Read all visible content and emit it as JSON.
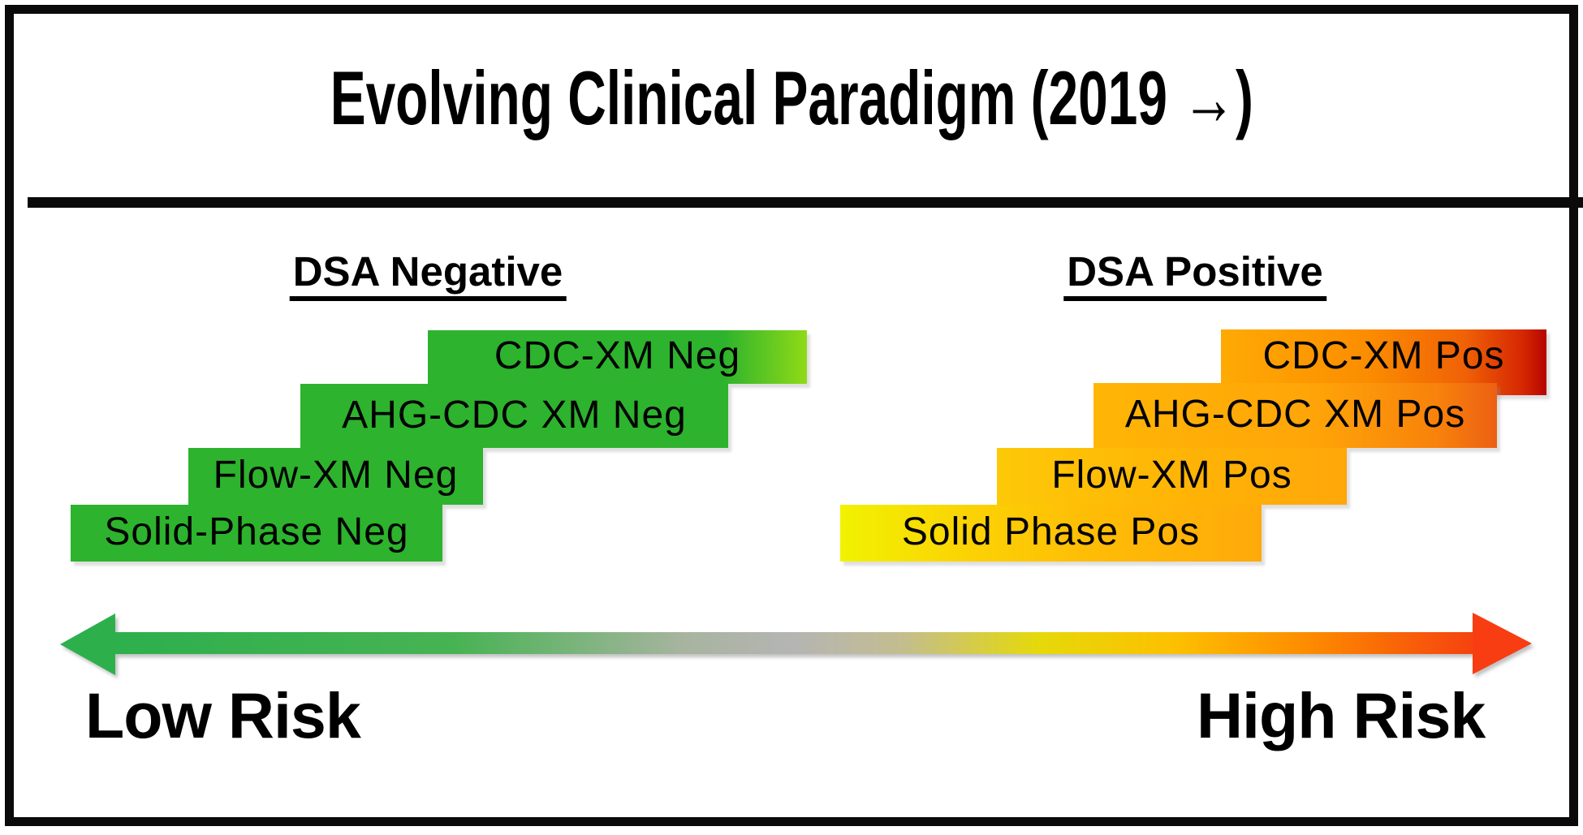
{
  "title": "Evolving Clinical Paradigm (2019 →)",
  "sections": {
    "negative": {
      "heading": "DSA Negative",
      "bars": [
        {
          "label": "CDC-XM Neg"
        },
        {
          "label": "AHG-CDC XM Neg"
        },
        {
          "label": "Flow-XM Neg"
        },
        {
          "label": "Solid-Phase Neg"
        }
      ]
    },
    "positive": {
      "heading": "DSA Positive",
      "bars": [
        {
          "label": "CDC-XM Pos"
        },
        {
          "label": "AHG-CDC XM Pos"
        },
        {
          "label": "Flow-XM Pos"
        },
        {
          "label": "Solid Phase Pos"
        }
      ]
    }
  },
  "axis": {
    "low": "Low Risk",
    "high": "High Risk"
  },
  "colors": {
    "green": "#2db32d",
    "arrow-green": "#2db04c",
    "arrow-red": "#f83d12",
    "yellow": "#f1f201",
    "orange": "#ffa408",
    "dark-red": "#b50500",
    "gray": "#b5b5b3",
    "black": "#0a0a0a"
  }
}
